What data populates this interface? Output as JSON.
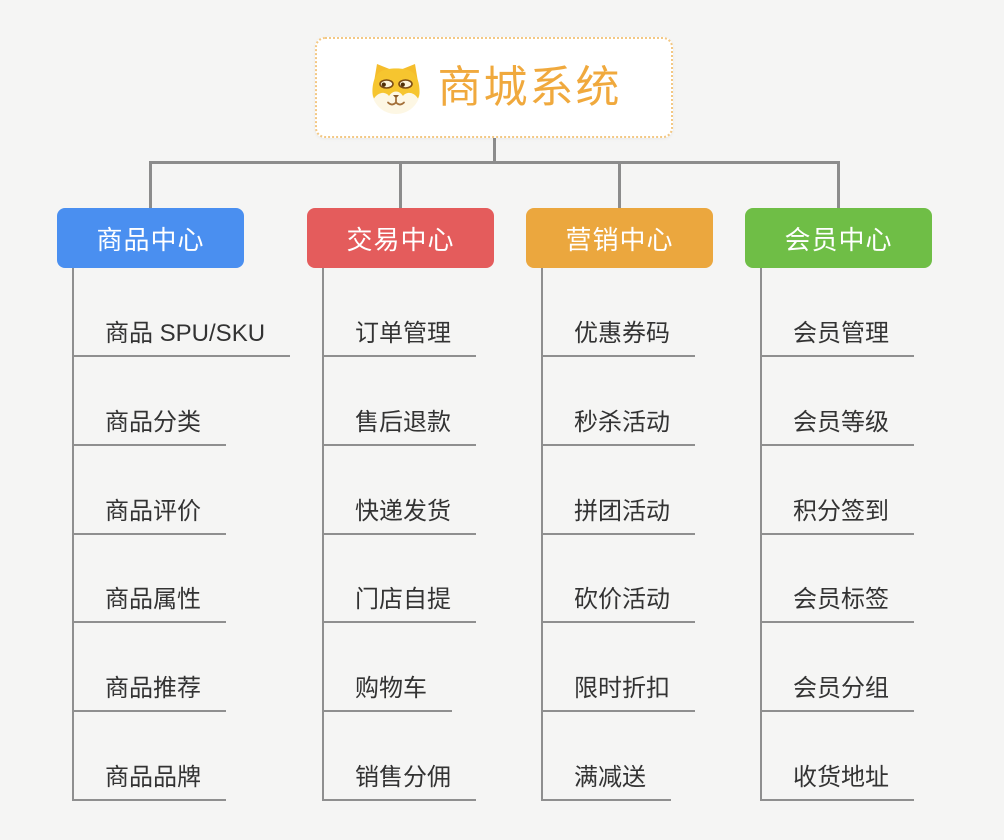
{
  "canvas": {
    "background": "#f5f5f4",
    "connector_color": "#8c8c8c"
  },
  "root": {
    "title": "商城系统",
    "icon": "shiba-dog-icon",
    "text_color": "#f0a93d",
    "border_color": "#f3c884"
  },
  "branches": [
    {
      "label": "商品中心",
      "color": "#4a8ff0",
      "children": [
        "商品 SPU/SKU",
        "商品分类",
        "商品评价",
        "商品属性",
        "商品推荐",
        "商品品牌"
      ]
    },
    {
      "label": "交易中心",
      "color": "#e45c5c",
      "children": [
        "订单管理",
        "售后退款",
        "快递发货",
        "门店自提",
        "购物车",
        "销售分佣"
      ]
    },
    {
      "label": "营销中心",
      "color": "#eba73e",
      "children": [
        "优惠券码",
        "秒杀活动",
        "拼团活动",
        "砍价活动",
        "限时折扣",
        "满减送"
      ]
    },
    {
      "label": "会员中心",
      "color": "#6fbe46",
      "children": [
        "会员管理",
        "会员等级",
        "积分签到",
        "会员标签",
        "会员分组",
        "收货地址"
      ]
    }
  ]
}
